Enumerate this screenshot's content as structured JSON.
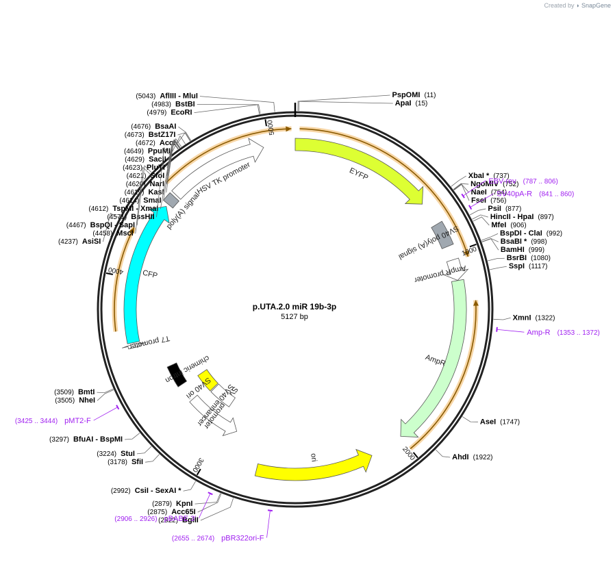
{
  "credit": {
    "prefix": "Created by",
    "brand": "SnapGene"
  },
  "plasmid": {
    "name": "p.UTA.2.0 miR 19b-3p",
    "length_label": "5127 bp",
    "length": 5127
  },
  "ticks": [
    {
      "bp": 1000,
      "label": "1000"
    },
    {
      "bp": 2000,
      "label": "2000"
    },
    {
      "bp": 3000,
      "label": "3000"
    },
    {
      "bp": 4000,
      "label": "4000"
    },
    {
      "bp": 5000,
      "label": "5000"
    }
  ],
  "features": [
    {
      "name": "EYFP",
      "label": "EYFP",
      "start": 0,
      "end": 717,
      "dir": 1,
      "color": "#ddff33",
      "track": 0
    },
    {
      "name": "SV40 poly(A) signal",
      "label": "SV40 poly(A) signal",
      "start": 840,
      "end": 962,
      "dir": 0,
      "color": "#a0a8b0",
      "track": 0
    },
    {
      "name": "AmpR promoter",
      "label": "AmpR promoter",
      "start": 1033,
      "end": 1137,
      "dir": 1,
      "color": "#ffffff",
      "track": 0
    },
    {
      "name": "AmpR",
      "label": "AmpR",
      "start": 1138,
      "end": 1998,
      "dir": 1,
      "color": "#ccffcc",
      "track": 0
    },
    {
      "name": "ori",
      "label": "ori",
      "start": 2169,
      "end": 2757,
      "dir": -1,
      "color": "#ffff00",
      "track": 0
    },
    {
      "name": "SV40 promoter",
      "label": "SV40 promoter",
      "start": 2928,
      "end": 3258,
      "dir": -1,
      "color": "#ffffff",
      "track": 1
    },
    {
      "name": "SV40 enhancer",
      "label": "SV40 enhancer",
      "start": 3050,
      "end": 3214,
      "dir": 0,
      "color": "#ffffff",
      "track": 2
    },
    {
      "name": "SV40 ori",
      "label": "SV40 ori",
      "start": 3222,
      "end": 3358,
      "dir": 0,
      "color": "#ffff00",
      "track": 2
    },
    {
      "name": "chimeric intron",
      "label": "chimeric intron",
      "start": 3368,
      "end": 3500,
      "dir": 0,
      "color": "#000000",
      "track": 1
    },
    {
      "name": "T7 promoter",
      "label": "T7 promoter",
      "start": 3655,
      "end": 3674,
      "dir": 1,
      "color": "#ffffff",
      "track": 0
    },
    {
      "name": "CFP",
      "label": "CFP",
      "start": 3680,
      "end": 4396,
      "dir": 1,
      "color": "#00ffff",
      "track": 0
    },
    {
      "name": "poly(A) signal",
      "label": "poly(A) signal",
      "start": 4410,
      "end": 4458,
      "dir": 0,
      "color": "#a0a8b0",
      "track": 0
    },
    {
      "name": "HSV TK promoter",
      "label": "HSV TK promoter",
      "start": 4470,
      "end": 4970,
      "dir": 1,
      "color": "#ffffff",
      "track": 0
    }
  ],
  "orfs": [
    {
      "start": 20,
      "end": 1040,
      "dir": 1
    },
    {
      "start": 1240,
      "end": 2000,
      "dir": -1
    },
    {
      "start": 3745,
      "end": 4230,
      "dir": 1
    },
    {
      "start": 4480,
      "end": 5110,
      "dir": 1
    }
  ],
  "enzymes": [
    {
      "name": "PspOMI",
      "pos": "(11)",
      "bp": 11,
      "side": "right"
    },
    {
      "name": "ApaI",
      "pos": "(15)",
      "bp": 15,
      "side": "right"
    },
    {
      "name": "XbaI *",
      "pos": "(737)",
      "bp": 737,
      "side": "right"
    },
    {
      "name": "NgoMIV",
      "pos": "(752)",
      "bp": 752,
      "side": "right"
    },
    {
      "name": "NaeI",
      "pos": "(754)",
      "bp": 754,
      "side": "right"
    },
    {
      "name": "FseI",
      "pos": "(756)",
      "bp": 756,
      "side": "right"
    },
    {
      "name": "PsiI",
      "pos": "(877)",
      "bp": 877,
      "side": "right"
    },
    {
      "name": "HincII  - HpaI",
      "pos": "(897)",
      "bp": 897,
      "side": "right"
    },
    {
      "name": "MfeI",
      "pos": "(906)",
      "bp": 906,
      "side": "right"
    },
    {
      "name": "BspDI  - ClaI",
      "pos": "(992)",
      "bp": 992,
      "side": "right"
    },
    {
      "name": "BsaBI *",
      "pos": "(998)",
      "bp": 998,
      "side": "right"
    },
    {
      "name": "BamHI",
      "pos": "(999)",
      "bp": 999,
      "side": "right"
    },
    {
      "name": "BsrBI",
      "pos": "(1080)",
      "bp": 1080,
      "side": "right"
    },
    {
      "name": "SspI",
      "pos": "(1117)",
      "bp": 1117,
      "side": "right"
    },
    {
      "name": "XmnI",
      "pos": "(1322)",
      "bp": 1322,
      "side": "right"
    },
    {
      "name": "AseI",
      "pos": "(1747)",
      "bp": 1747,
      "side": "right"
    },
    {
      "name": "AhdI",
      "pos": "(1922)",
      "bp": 1922,
      "side": "right"
    },
    {
      "name": "BglII",
      "pos": "(2822)",
      "bp": 2822,
      "side": "left"
    },
    {
      "name": "Acc65I",
      "pos": "(2875)",
      "bp": 2875,
      "side": "left"
    },
    {
      "name": "KpnI",
      "pos": "(2879)",
      "bp": 2879,
      "side": "left"
    },
    {
      "name": "CsiI  - SexAI *",
      "pos": "(2992)",
      "bp": 2992,
      "side": "left"
    },
    {
      "name": "SfiI",
      "pos": "(3178)",
      "bp": 3178,
      "side": "left"
    },
    {
      "name": "StuI",
      "pos": "(3224)",
      "bp": 3224,
      "side": "left"
    },
    {
      "name": "BfuAI  - BspMI",
      "pos": "(3297)",
      "bp": 3297,
      "side": "left"
    },
    {
      "name": "NheI",
      "pos": "(3505)",
      "bp": 3505,
      "side": "left"
    },
    {
      "name": "BmtI",
      "pos": "(3509)",
      "bp": 3509,
      "side": "left"
    },
    {
      "name": "AsiSI",
      "pos": "(4237)",
      "bp": 4237,
      "side": "left"
    },
    {
      "name": "MscI",
      "pos": "(4458)",
      "bp": 4458,
      "side": "left"
    },
    {
      "name": "BspQI  - SapI",
      "pos": "(4467)",
      "bp": 4467,
      "side": "left"
    },
    {
      "name": "BssHII",
      "pos": "(4571)",
      "bp": 4571,
      "side": "left"
    },
    {
      "name": "TspMI  - XmaI",
      "pos": "(4612)",
      "bp": 4612,
      "side": "left"
    },
    {
      "name": "SmaI",
      "pos": "(4614)",
      "bp": 4614,
      "side": "left"
    },
    {
      "name": "KasI",
      "pos": "(4619)",
      "bp": 4619,
      "side": "left"
    },
    {
      "name": "NarI",
      "pos": "(4620)",
      "bp": 4620,
      "side": "left"
    },
    {
      "name": "SfoI",
      "pos": "(4621)",
      "bp": 4621,
      "side": "left"
    },
    {
      "name": "PluTI",
      "pos": "(4623)",
      "bp": 4623,
      "side": "left"
    },
    {
      "name": "SacII",
      "pos": "(4629)",
      "bp": 4629,
      "side": "left"
    },
    {
      "name": "PpuMI",
      "pos": "(4649)",
      "bp": 4649,
      "side": "left"
    },
    {
      "name": "AccI",
      "pos": "(4672)",
      "bp": 4672,
      "side": "left"
    },
    {
      "name": "BstZ17I",
      "pos": "(4673)",
      "bp": 4673,
      "side": "left"
    },
    {
      "name": "BsaAI",
      "pos": "(4676)",
      "bp": 4676,
      "side": "left"
    },
    {
      "name": "EcoRI",
      "pos": "(4979)",
      "bp": 4979,
      "side": "left"
    },
    {
      "name": "BstBI",
      "pos": "(4983)",
      "bp": 4983,
      "side": "left"
    },
    {
      "name": "AflIII  - MluI",
      "pos": "(5043)",
      "bp": 5043,
      "side": "left"
    }
  ],
  "primers": [
    {
      "name": "EBV-rev",
      "range": "(787 .. 806)",
      "start": 787,
      "end": 806,
      "side": "right"
    },
    {
      "name": "SV40pA-R",
      "range": "(841 .. 860)",
      "start": 841,
      "end": 860,
      "side": "right"
    },
    {
      "name": "Amp-R",
      "range": "(1353 .. 1372)",
      "start": 1353,
      "end": 1372,
      "side": "right"
    },
    {
      "name": "pBR322ori-F",
      "range": "(2655 .. 2674)",
      "start": 2655,
      "end": 2674,
      "side": "left"
    },
    {
      "name": "pBABE 3'",
      "range": "(2906 .. 2926)",
      "start": 2906,
      "end": 2926,
      "side": "left"
    },
    {
      "name": "pMT2-F",
      "range": "(3425 .. 3444)",
      "start": 3425,
      "end": 3444,
      "side": "left"
    }
  ]
}
